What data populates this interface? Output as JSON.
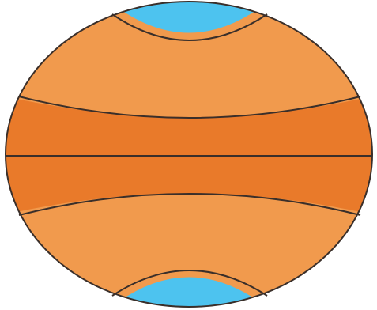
{
  "diagram": {
    "colors": {
      "background": "#ffffff",
      "outline": "#3a2f2a",
      "polar_cap": "#4dc3ef",
      "temperate_zone": "#f19a4d",
      "equatorial_belt": "#e97a2a"
    },
    "zones": [
      {
        "id": "north-polar-cap",
        "color_key": "polar_cap"
      },
      {
        "id": "north-temperate-zone",
        "color_key": "temperate_zone"
      },
      {
        "id": "equatorial-belt",
        "color_key": "equatorial_belt"
      },
      {
        "id": "south-temperate-zone",
        "color_key": "temperate_zone"
      },
      {
        "id": "south-polar-cap",
        "color_key": "polar_cap"
      }
    ]
  }
}
